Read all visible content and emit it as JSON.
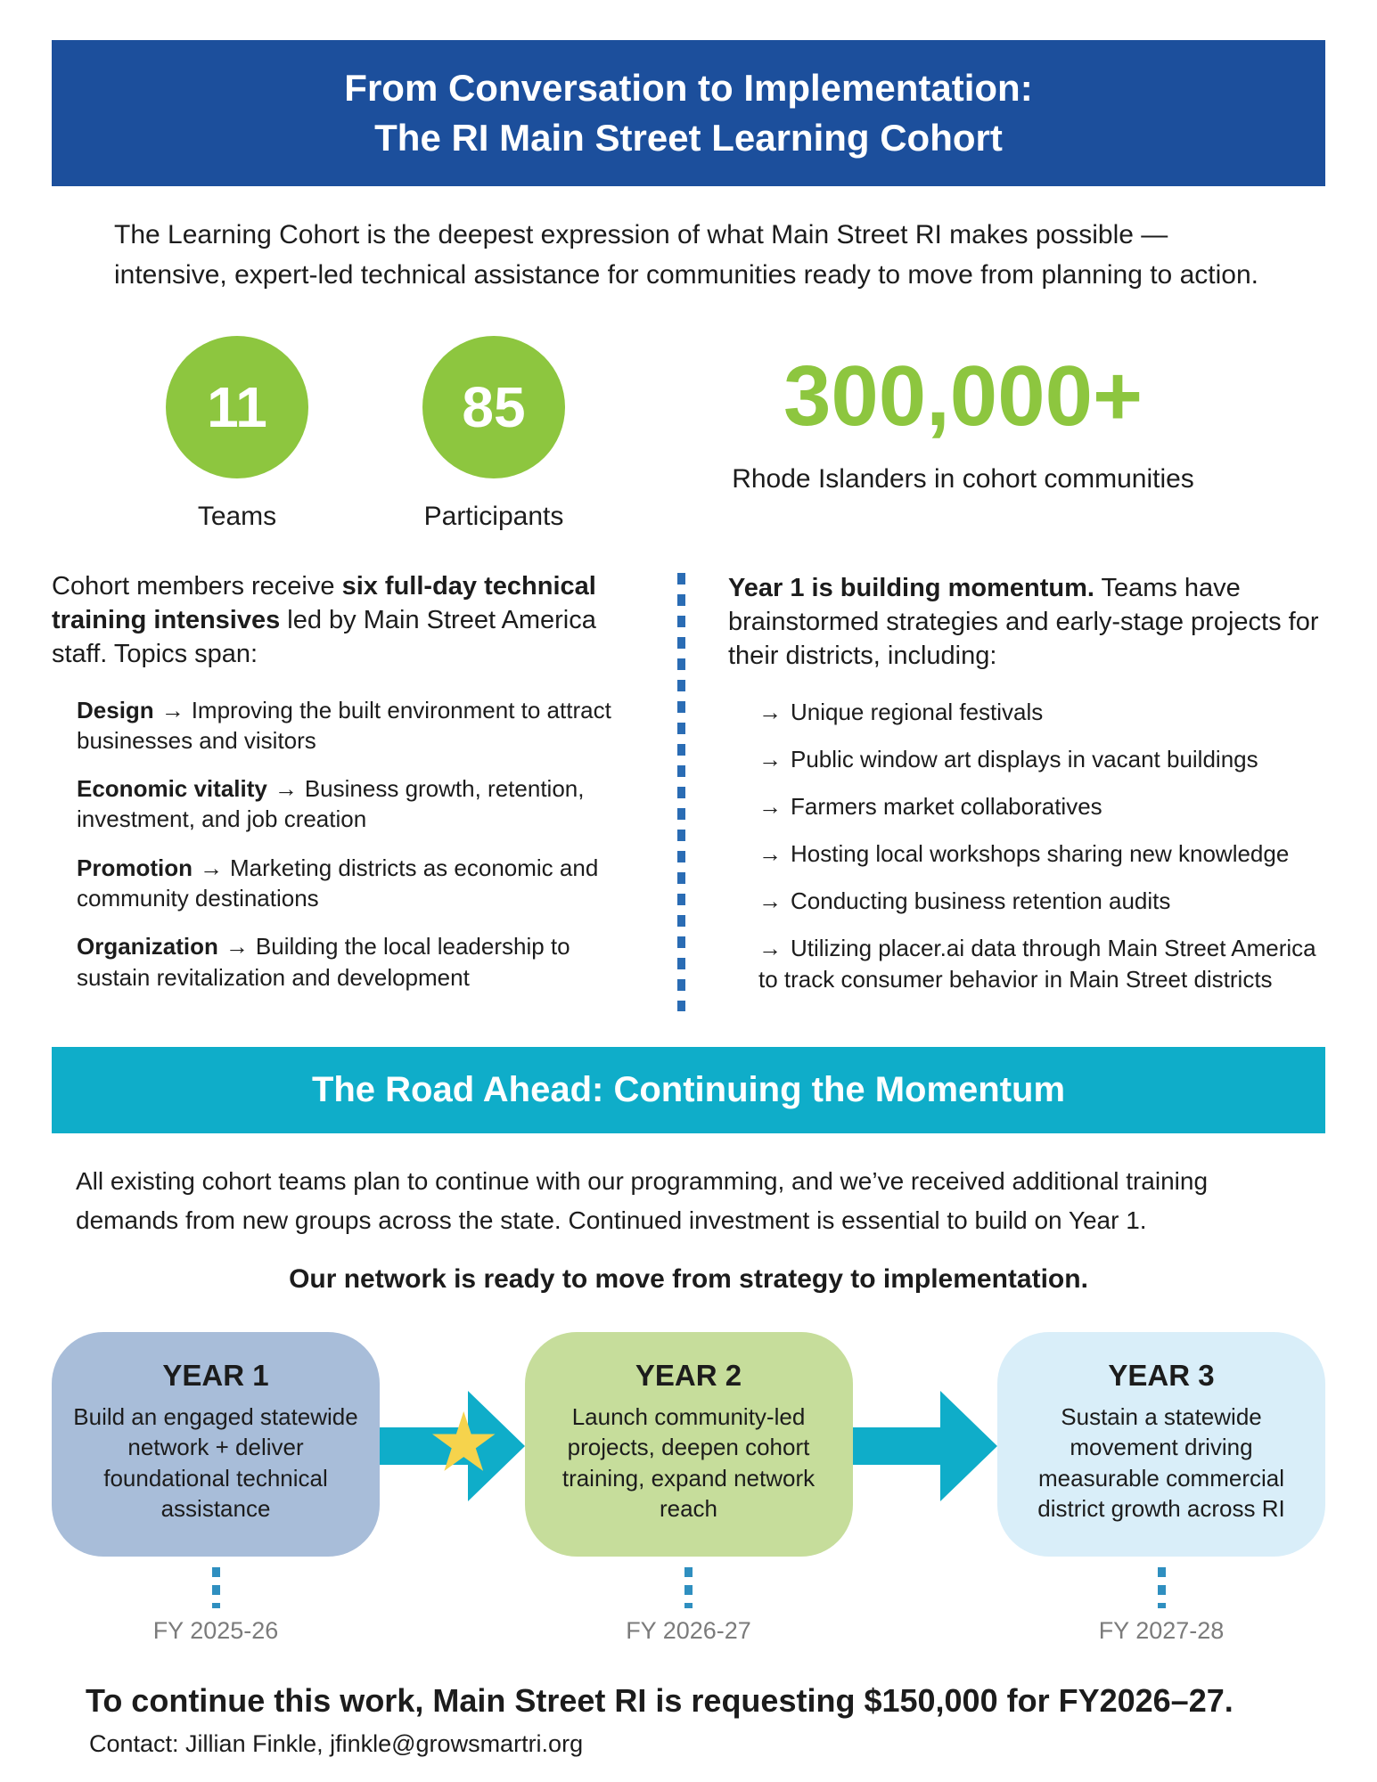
{
  "header": {
    "line1": "From Conversation to Implementation:",
    "line2": "The RI Main Street Learning Cohort"
  },
  "intro": {
    "lines": [
      "The Learning Cohort is the deepest expression of what Main Street RI makes possible —",
      "intensive, expert-led technical assistance for communities ready to move from planning to action."
    ]
  },
  "stats": {
    "circles": [
      {
        "value": "11",
        "label": "Teams"
      },
      {
        "value": "85",
        "label": "Participants"
      }
    ],
    "big": {
      "value": "300,000+",
      "label": "Rhode Islanders in cohort communities"
    }
  },
  "training": {
    "lead_pre": "Cohort members receive ",
    "lead_bold": "six full-day technical training intensives",
    "lead_post": " led by Main Street America staff. Topics span:",
    "topics": [
      {
        "term": "Design",
        "desc": "Improving the built environment to attract businesses and visitors"
      },
      {
        "term": "Economic vitality",
        "desc": "Business growth, retention, investment, and job creation"
      },
      {
        "term": "Promotion",
        "desc": "Marketing districts as economic and community destinations"
      },
      {
        "term": "Organization",
        "desc": "Building the local leadership to sustain revitalization and development"
      }
    ]
  },
  "momentum": {
    "lead_bold": "Year 1 is building momentum.",
    "lead_post": " Teams have brainstormed strategies and early-stage projects for their districts, including:",
    "projects": [
      "Unique regional festivals",
      "Public window art displays in vacant buildings",
      "Farmers market collaboratives",
      "Hosting local workshops sharing new knowledge",
      "Conducting business retention audits",
      "Utilizing placer.ai data through Main Street America to track consumer behavior in Main Street districts"
    ]
  },
  "road_ahead": {
    "banner": "The Road Ahead: Continuing the Momentum",
    "paragraph_lines": [
      "All existing cohort teams plan to continue with our programming, and we’ve received additional training",
      "demands from new groups across the state. Continued investment is essential to build on Year 1."
    ],
    "callout": "Our network is ready to move from strategy to implementation.",
    "years": [
      {
        "title": "YEAR 1",
        "desc": "Build an engaged statewide network + deliver foundational technical assistance",
        "fy": "FY 2025-26"
      },
      {
        "title": "YEAR 2",
        "desc": "Launch community-led projects, deepen cohort training, expand network reach",
        "fy": "FY 2026-27"
      },
      {
        "title": "YEAR 3",
        "desc": "Sustain a statewide movement driving measurable commercial district growth across RI",
        "fy": "FY 2027-28"
      }
    ]
  },
  "footer": {
    "request": "To continue this work, Main Street RI is requesting $150,000 for FY2026–27.",
    "contact": "Contact: Jillian Finkle, jfinkle@growsmartri.org"
  },
  "glyphs": {
    "arrow": "→",
    "star": "★"
  },
  "colors": {
    "header_blue": "#1c4f9c",
    "teal": "#0fadc9",
    "green": "#8dc63f",
    "year1_bg": "#a8bdd9",
    "year2_bg": "#c6dd9b",
    "year3_bg": "#d9eef9",
    "star_yellow": "#f6d34c",
    "divider_blue": "#2a6cb4",
    "fy_gray": "#7b7b7b"
  }
}
